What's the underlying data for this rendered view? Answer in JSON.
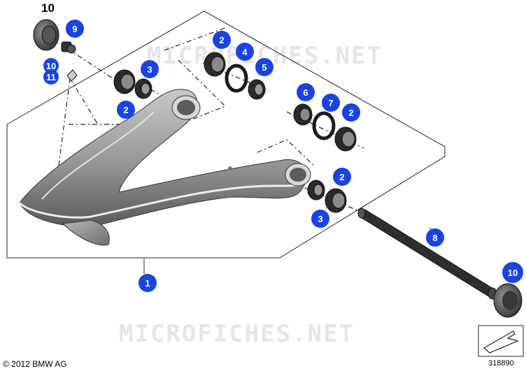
{
  "watermark": "MICROFICHES.NET",
  "copyright": "© 2012 BMW AG",
  "diagram_code": "318890",
  "accent_color": "#1a44e0",
  "callouts": {
    "c10_top": "10",
    "c9": "9",
    "c10_left": "10",
    "c11": "11",
    "c3_top": "3",
    "c2_top_left": "2",
    "c2_top_mid": "2",
    "c4": "4",
    "c5": "5",
    "c6": "6",
    "c7": "7",
    "c2_right_top": "2",
    "c2_right_bottom": "2",
    "c3_bottom": "3",
    "c8": "8",
    "c1": "1",
    "c10_bottom": "10"
  },
  "icons": [
    "swing-arm",
    "bearing",
    "spacer-ring",
    "axle-bolt",
    "cap",
    "nav-arrow"
  ]
}
